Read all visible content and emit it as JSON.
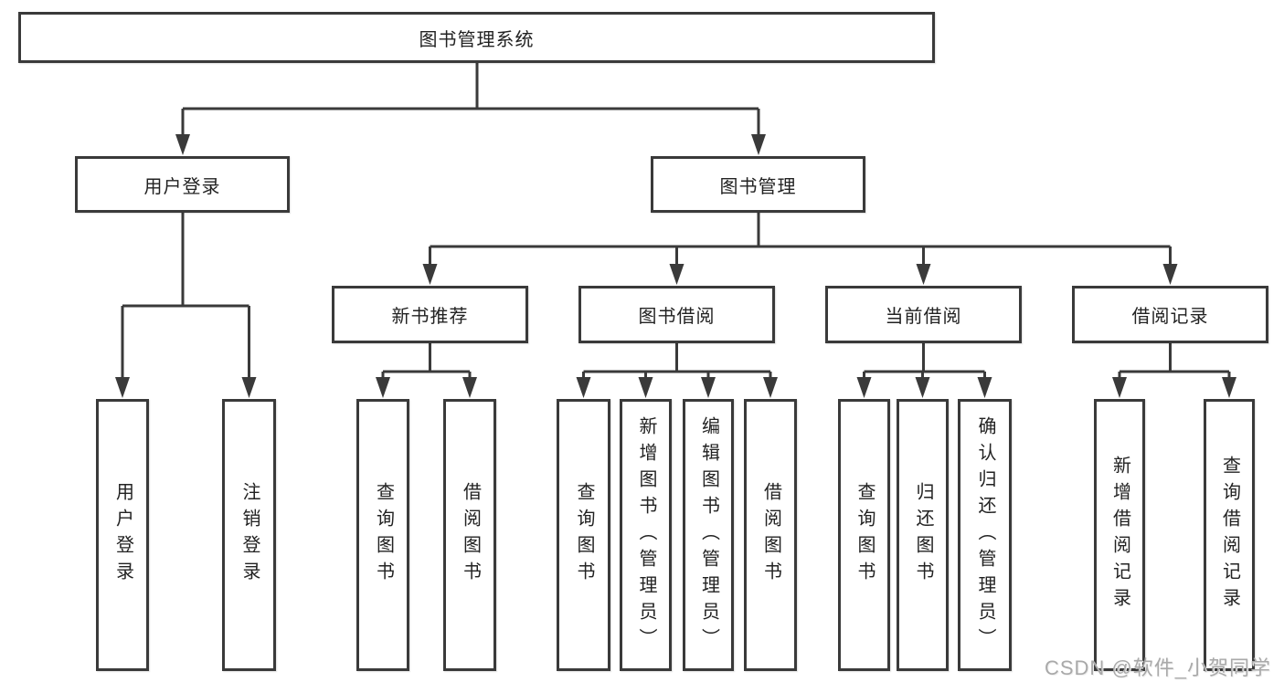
{
  "colors": {
    "line": "#3a3a3a",
    "text": "#222222",
    "watermark": "#a9a9a9",
    "background": "#ffffff"
  },
  "watermark": "CSDN @软件_小贺同学",
  "tree": {
    "root": "图书管理系统",
    "branches": [
      {
        "label": "用户登录",
        "children": [
          "用户登录",
          "注销登录"
        ]
      },
      {
        "label": "图书管理",
        "groups": [
          {
            "label": "新书推荐",
            "children": [
              "查询图书",
              "借阅图书"
            ]
          },
          {
            "label": "图书借阅",
            "children": [
              "查询图书",
              "新增图书（管理员）",
              "编辑图书（管理员）",
              "借阅图书"
            ]
          },
          {
            "label": "当前借阅",
            "children": [
              "查询图书",
              "归还图书",
              "确认归还（管理员）"
            ]
          },
          {
            "label": "借阅记录",
            "children": [
              "新增借阅记录",
              "查询借阅记录"
            ]
          }
        ]
      }
    ]
  }
}
